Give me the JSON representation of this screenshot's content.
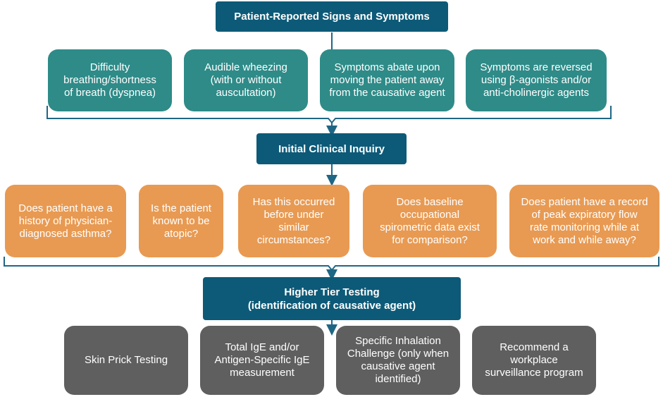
{
  "colors": {
    "header": "#0d5a78",
    "symptoms": "#2e8b88",
    "inquiry": "#e89a52",
    "testing": "#5f5f5f",
    "connector": "#1f6684"
  },
  "sections": {
    "symptoms": {
      "title": "Patient-Reported Signs and Symptoms",
      "items": [
        "Difficulty\nbreathing/shortness\nof breath (dyspnea)",
        "Audible wheezing\n(with or without\nauscultation)",
        "Symptoms abate upon\nmoving the patient away\nfrom the causative agent",
        "Symptoms are reversed\nusing β-agonists and/or\nanti-cholinergic agents"
      ]
    },
    "inquiry": {
      "title": "Initial Clinical Inquiry",
      "items": [
        "Does patient have a\nhistory of physician-\ndiagnosed asthma?",
        "Is the patient\nknown to be\natopic?",
        "Has this occurred\nbefore under\nsimilar\ncircumstances?",
        "Does baseline\noccupational\nspirometric data exist\nfor comparison?",
        "Does patient have a record\nof peak expiratory flow\nrate monitoring while at\nwork and while away?"
      ]
    },
    "testing": {
      "title": "Higher Tier Testing\n(identification of causative agent)",
      "items": [
        "Skin Prick Testing",
        "Total IgE and/or\nAntigen-Specific IgE\nmeasurement",
        "Specific Inhalation\nChallenge (only when\ncausative agent\nidentified)",
        "Recommend a\nworkplace\nsurveillance program"
      ]
    }
  }
}
